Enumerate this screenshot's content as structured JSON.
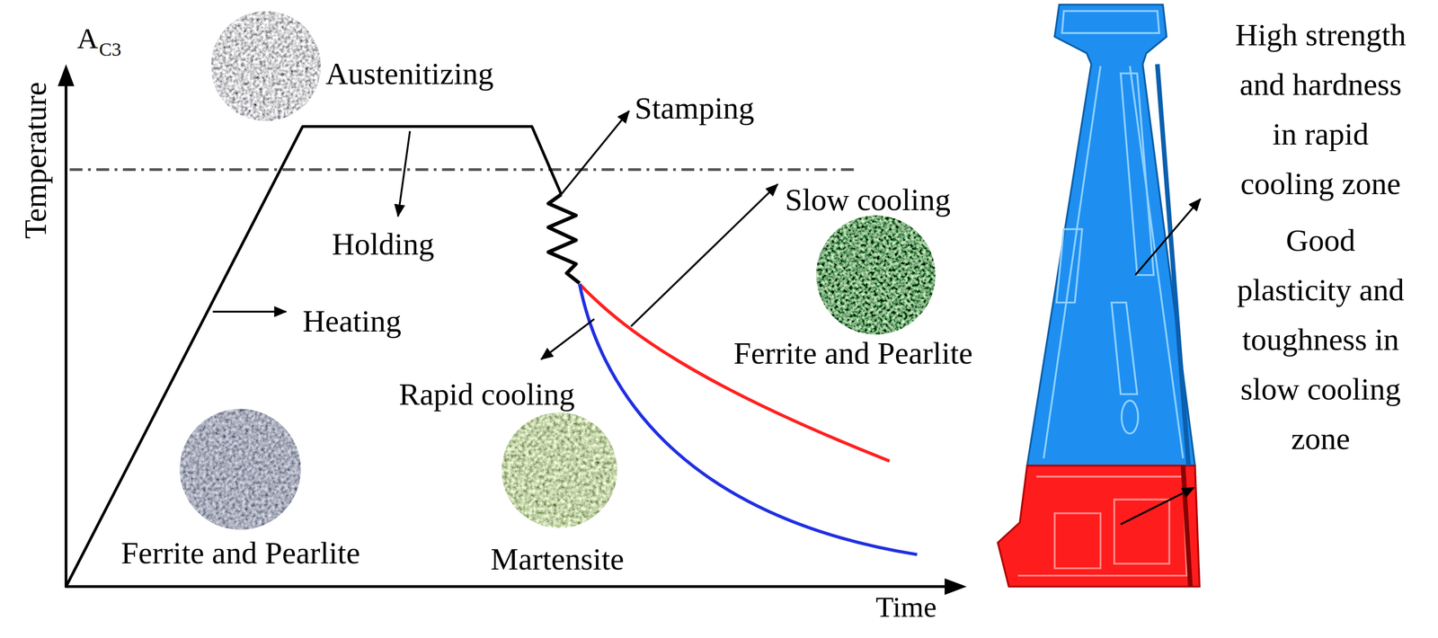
{
  "diagram": {
    "labels": [
      "Temperature",
      "A",
      "C3",
      "Austenitizing",
      "Stamping",
      "Holding",
      "Slow cooling",
      "Heating",
      "Ferrite and Pearlite",
      "Rapid cooling",
      "Ferrite and Pearlite",
      "Martensite",
      "Time",
      "High strength and hardness in rapid cooling zone",
      "Good plasticity and toughness in slow cooling zone"
    ]
  }
}
